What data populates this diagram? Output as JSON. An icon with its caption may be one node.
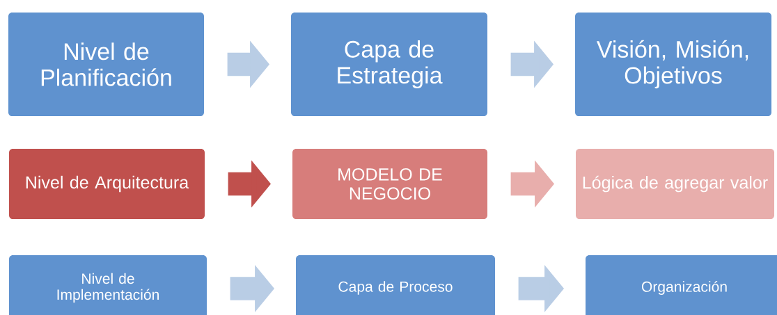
{
  "diagram": {
    "nodes": [
      {
        "text": [
          "Nivel de Planificación"
        ]
      },
      {
        "text": [
          "Capa de Estrategia"
        ]
      },
      {
        "text": [
          "Visión, Misión, Objetivos"
        ]
      },
      {
        "text": [
          "Nivel de Arquitectura"
        ]
      },
      {
        "text": [
          "MODELO DE NEGOCIO"
        ]
      },
      {
        "text": [
          "Lógica de agregar valor"
        ]
      },
      {
        "text": [
          "Nivel de Implementación"
        ]
      },
      {
        "text": [
          "Capa de Proceso"
        ]
      },
      {
        "text": [
          "Organización"
        ]
      }
    ],
    "edges": [
      {
        "from": 0,
        "to": 1,
        "arrow": "to"
      },
      {
        "from": 1,
        "to": 2,
        "arrow": "to"
      },
      {
        "from": 3,
        "to": 4,
        "arrow": "to",
        "color": "#c0504d"
      },
      {
        "from": 4,
        "to": 5,
        "arrow": "to",
        "color": "#e8aeac"
      },
      {
        "from": 6,
        "to": 7,
        "arrow": "to"
      },
      {
        "from": 7,
        "to": 8,
        "arrow": "to"
      }
    ]
  }
}
